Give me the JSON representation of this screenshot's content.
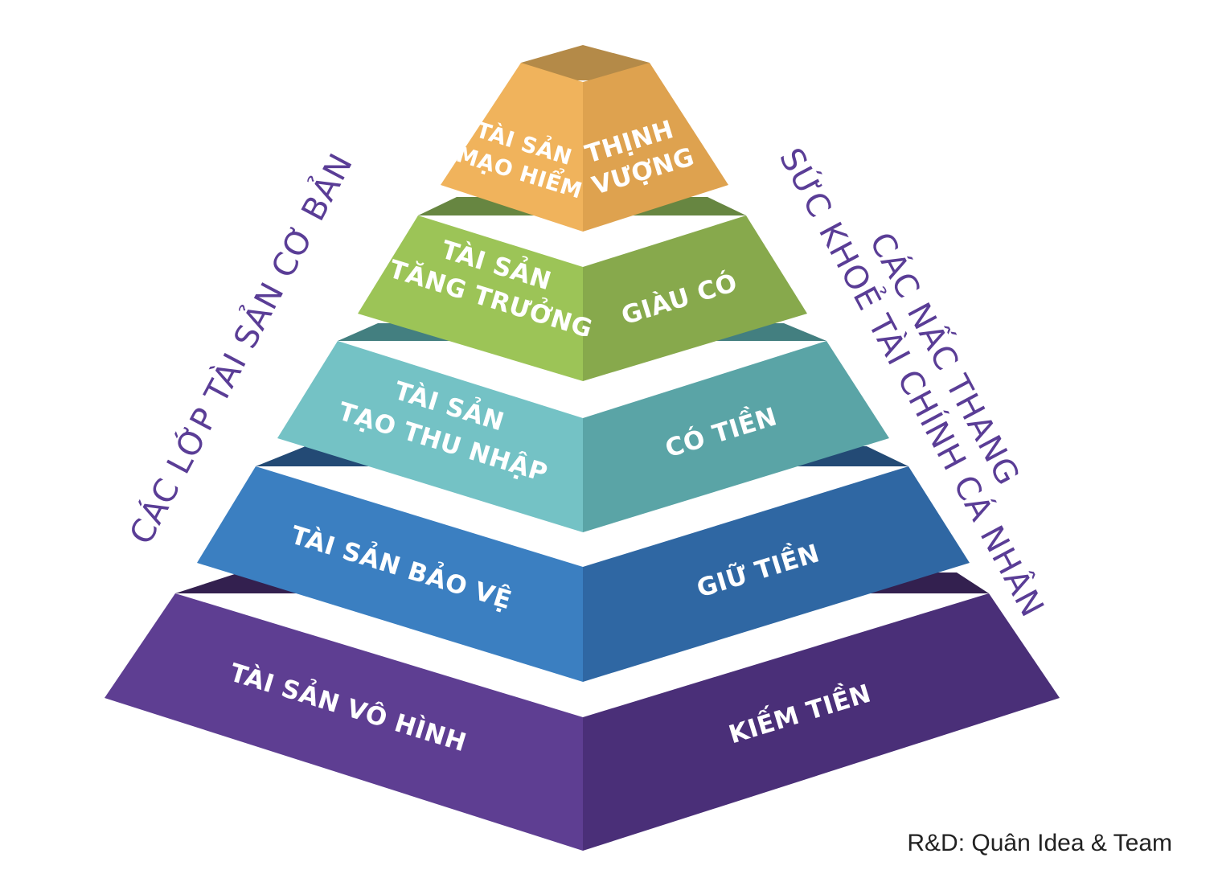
{
  "left_axis_title": "CÁC LỚP TÀI SẢN CƠ BẢN",
  "right_axis_title": [
    "CÁC NẤC THANG",
    "SỨC KHOẺ TÀI CHÍNH CÁ NHÂN"
  ],
  "tiers": [
    {
      "left_lines": [
        "TÀI SẢN",
        "MẠO HIỂM"
      ],
      "right_lines": [
        "THỊNH",
        "VƯỢNG"
      ],
      "color": "#f0b35c"
    },
    {
      "left_lines": [
        "TÀI SẢN",
        "TĂNG TRƯỞNG"
      ],
      "right_lines": [
        "GIÀU CÓ"
      ],
      "color": "#9cc457"
    },
    {
      "left_lines": [
        "TÀI SẢN",
        "TẠO THU NHẬP"
      ],
      "right_lines": [
        "CÓ TIỀN"
      ],
      "color": "#74c2c5"
    },
    {
      "left_lines": [
        "TÀI SẢN BẢO VỆ"
      ],
      "right_lines": [
        "GIỮ TIỀN"
      ],
      "color": "#3b7fc1"
    },
    {
      "left_lines": [
        "TÀI SẢN VÔ HÌNH"
      ],
      "right_lines": [
        "KIẾM TIỀN"
      ],
      "color": "#5e3e92"
    }
  ],
  "credit": "R&D: Quân Idea & Team"
}
